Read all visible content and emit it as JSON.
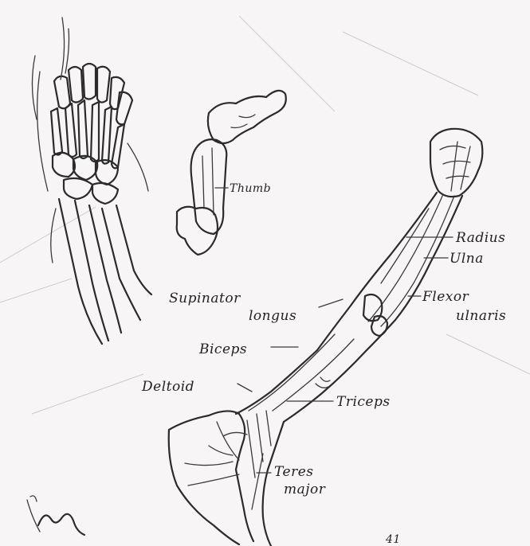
{
  "labels": {
    "thumb": "Thumb",
    "radius": "Radius",
    "ulna": "Ulna",
    "supinator_1": "Supinator",
    "supinator_2": "longus",
    "flexor_1": "Flexor",
    "flexor_2": "ulnaris",
    "biceps": "Biceps",
    "deltoid": "Deltoid",
    "triceps": "Triceps",
    "teres_1": "Teres",
    "teres_2": "major",
    "page_mark": "41"
  },
  "colors": {
    "paper": "#f7f5f6",
    "ink": "#2b2b2b"
  }
}
